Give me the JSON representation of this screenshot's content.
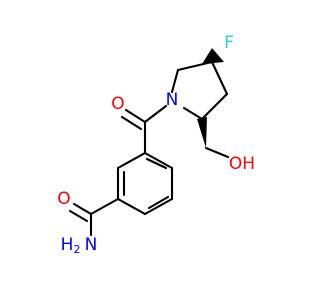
{
  "atoms": {
    "fluorine": "F",
    "ring_nitrogen": "N",
    "carbonyl_oxygen": "O",
    "hydroxyl": "OH",
    "amide_oxygen": "O",
    "amide_h": "H",
    "amide_n_sub": "2",
    "amide_n": "N"
  },
  "colors": {
    "bond": "#000000",
    "oxygen": "#ff0000",
    "nitrogen": "#0000ff",
    "fluorine": "#33cccc"
  }
}
